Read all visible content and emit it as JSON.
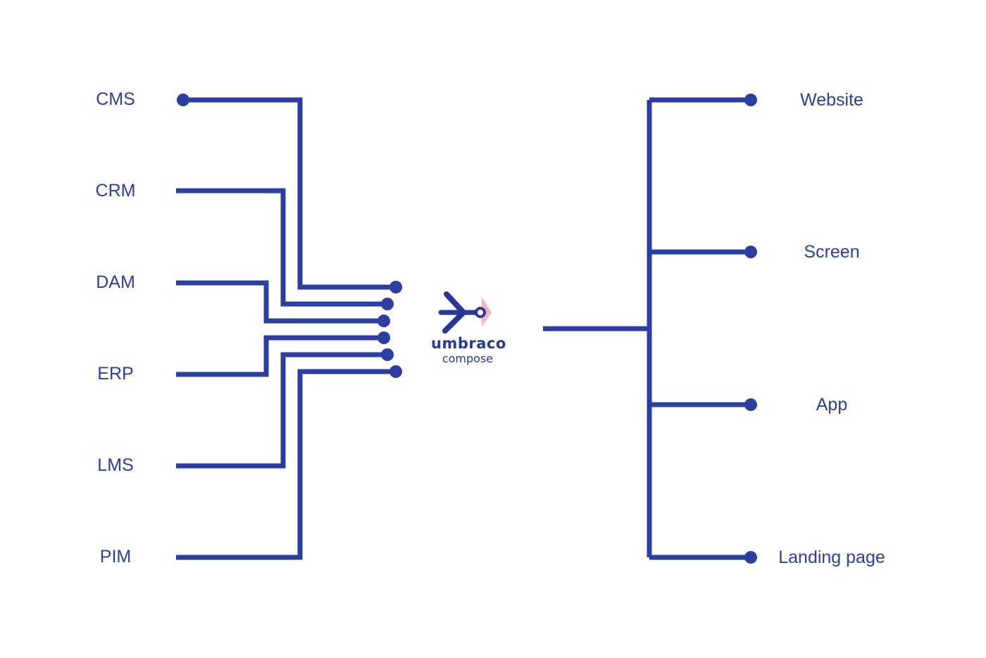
{
  "colors": {
    "line": "#2c3ea2",
    "accent": "#f2b6bb",
    "text": "#2c3e9e"
  },
  "sources": [
    "CMS",
    "CRM",
    "DAM",
    "ERP",
    "LMS",
    "PIM"
  ],
  "outputs": [
    "Website",
    "Screen",
    "App",
    "Landing page"
  ],
  "logo": {
    "name": "umbraco",
    "subtitle": "compose",
    "icon": "umbraco-compose-logo-icon"
  }
}
